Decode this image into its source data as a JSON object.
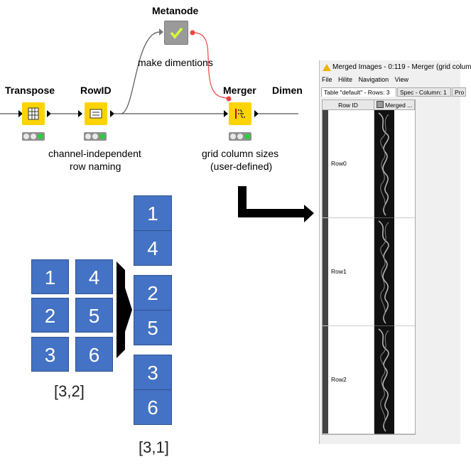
{
  "workflow": {
    "nodes": {
      "metanode": {
        "label": "Metanode",
        "description": "make dimentions"
      },
      "transpose": {
        "label": "Transpose"
      },
      "rowid": {
        "label": "RowID",
        "description_line1": "channel-independent",
        "description_line2": "row naming"
      },
      "merger": {
        "label": "Merger",
        "description_line1": "grid column sizes",
        "description_line2": "(user-defined)"
      },
      "dimen": {
        "label": "Dimen"
      }
    },
    "colors": {
      "node": "#fdd400",
      "metanode": "#9a9a9a",
      "connection_flow": "#555555",
      "connection_variable": "#ee4444",
      "status_green": "#2ecc40"
    }
  },
  "illustration": {
    "input_grid": [
      "1",
      "4",
      "2",
      "5",
      "3",
      "6"
    ],
    "input_dims": "[3,2]",
    "output_groups": [
      [
        "1",
        "4"
      ],
      [
        "2",
        "5"
      ],
      [
        "3",
        "6"
      ]
    ],
    "output_dims": "[3,1]",
    "cell_color": "#4472c4"
  },
  "table_view": {
    "title": "Merged Images - 0:119 - Merger (grid colum",
    "menu": [
      "File",
      "Hilite",
      "Navigation",
      "View"
    ],
    "tabs": [
      "Table \"default\" - Rows: 3",
      "Spec - Column: 1",
      "Pro"
    ],
    "columns": [
      "Row ID",
      "Merged ..."
    ],
    "rows": [
      "Row0",
      "Row1",
      "Row2"
    ]
  }
}
